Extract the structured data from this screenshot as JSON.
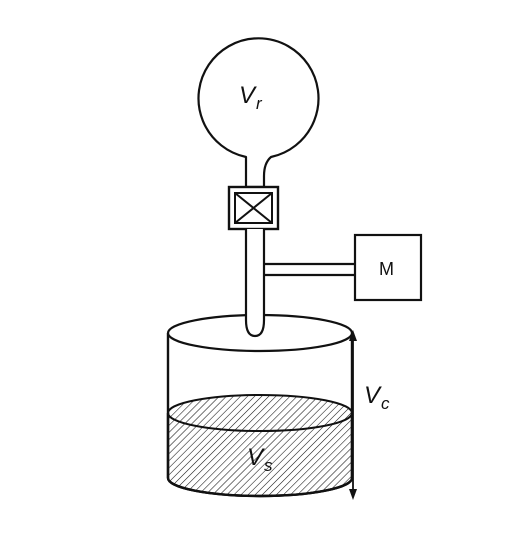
{
  "labels": {
    "reference_volume": "V",
    "reference_volume_sub": "r",
    "manometer": "M",
    "cell_volume": "V",
    "cell_volume_sub": "c",
    "sample_volume": "V",
    "sample_volume_sub": "s"
  },
  "colors": {
    "stroke": "#111111",
    "background": "#ffffff"
  },
  "icons": {
    "valve": "valve-icon",
    "arrow": "double-arrow-icon"
  }
}
